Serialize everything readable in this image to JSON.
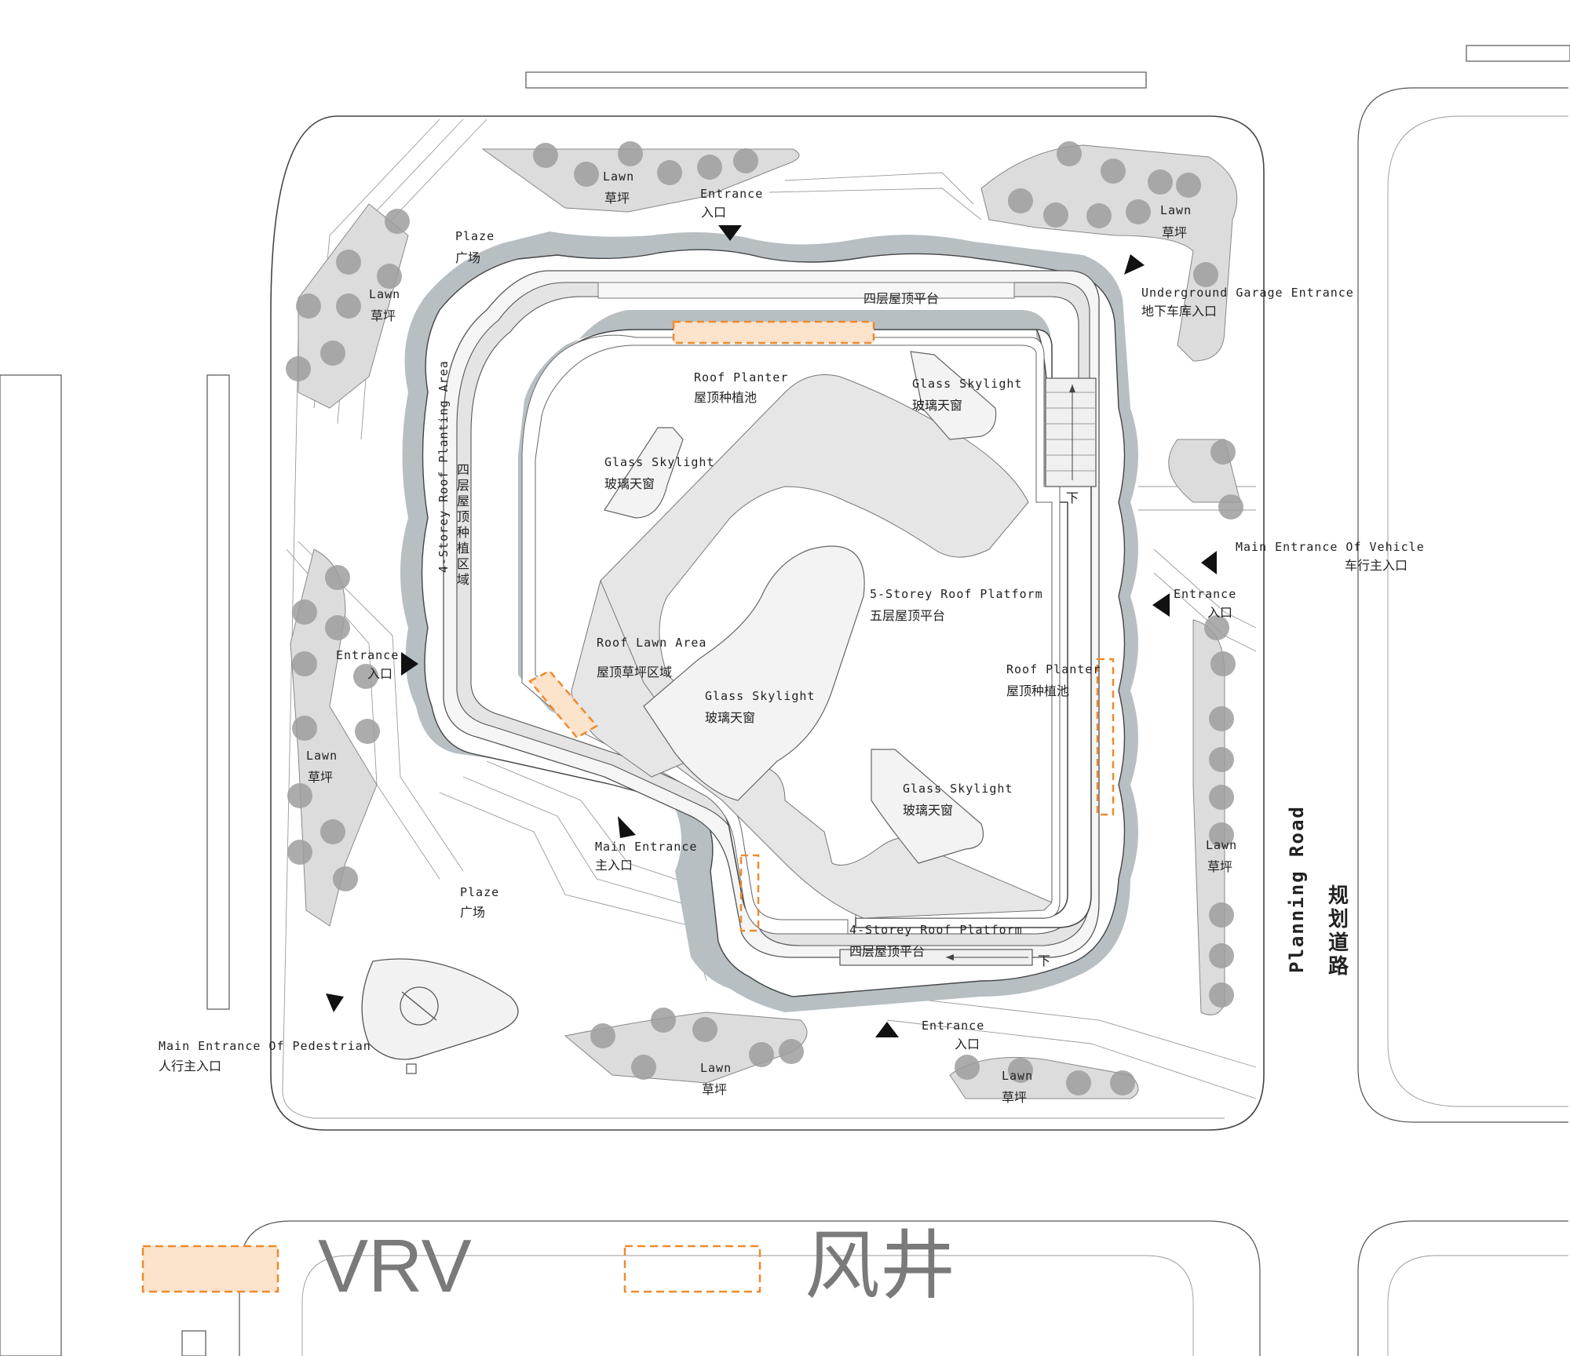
{
  "labels": {
    "lawn_nw": {
      "en": "Lawn",
      "cn": "草坪"
    },
    "lawn_top": {
      "en": "Lawn",
      "cn": "草坪"
    },
    "lawn_ne": {
      "en": "Lawn",
      "cn": "草坪"
    },
    "lawn_w": {
      "en": "Lawn",
      "cn": "草坪"
    },
    "lawn_e": {
      "en": "Lawn",
      "cn": "草坪"
    },
    "lawn_bottom": {
      "en": "Lawn",
      "cn": "草坪"
    },
    "lawn_se": {
      "en": "Lawn",
      "cn": "草坪"
    },
    "plaze_n": {
      "en": "Plaze",
      "cn": "广场"
    },
    "plaze_s": {
      "en": "Plaze",
      "cn": "广场"
    },
    "entrance_n": {
      "en": "Entrance",
      "cn": "入口"
    },
    "entrance_w": {
      "en": "Entrance",
      "cn": "入口"
    },
    "entrance_e": {
      "en": "Entrance",
      "cn": "入口"
    },
    "entrance_s": {
      "en": "Entrance",
      "cn": "入口"
    },
    "garage": {
      "en": "Underground Garage Entrance",
      "cn": "地下车库入口"
    },
    "vehicle": {
      "en": "Main Entrance Of Vehicle",
      "cn": "车行主入口"
    },
    "main_entrance": {
      "en": "Main Entrance",
      "cn": "主入口"
    },
    "pedestrian": {
      "en": "Main Entrance Of Pedestrian",
      "cn": "人行主入口"
    },
    "roof4_top": {
      "cn": "四层屋顶平台"
    },
    "roof_planter_n": {
      "en": "Roof Planter",
      "cn": "屋顶种植池"
    },
    "roof_planter_e": {
      "en": "Roof Planter",
      "cn": "屋顶种植池"
    },
    "skylight_ne": {
      "en": "Glass Skylight",
      "cn": "玻璃天窗"
    },
    "skylight_nw": {
      "en": "Glass Skylight",
      "cn": "玻璃天窗"
    },
    "skylight_c": {
      "en": "Glass Skylight",
      "cn": "玻璃天窗"
    },
    "skylight_se": {
      "en": "Glass Skylight",
      "cn": "玻璃天窗"
    },
    "roof4_planting": {
      "en": "4-Storey Roof Planting Area",
      "cn": "四层屋顶种植区域"
    },
    "roof5": {
      "en": "5-Storey Roof Platform",
      "cn": "五层屋顶平台"
    },
    "roof_lawn": {
      "en": "Roof Lawn Area",
      "cn": "屋顶草坪区域"
    },
    "roof4_s": {
      "en": "4-Storey Roof Platform",
      "cn": "四层屋顶平台"
    },
    "down_1": "下",
    "down_2": "下",
    "road": {
      "en": "Planning Road",
      "cn": "规划道路"
    }
  },
  "legend": [
    {
      "label": "VRV",
      "swatch": "filled",
      "color": "#ef8a2c"
    },
    {
      "label": "风井",
      "swatch": "outline",
      "color": "#ef8a2c"
    }
  ]
}
